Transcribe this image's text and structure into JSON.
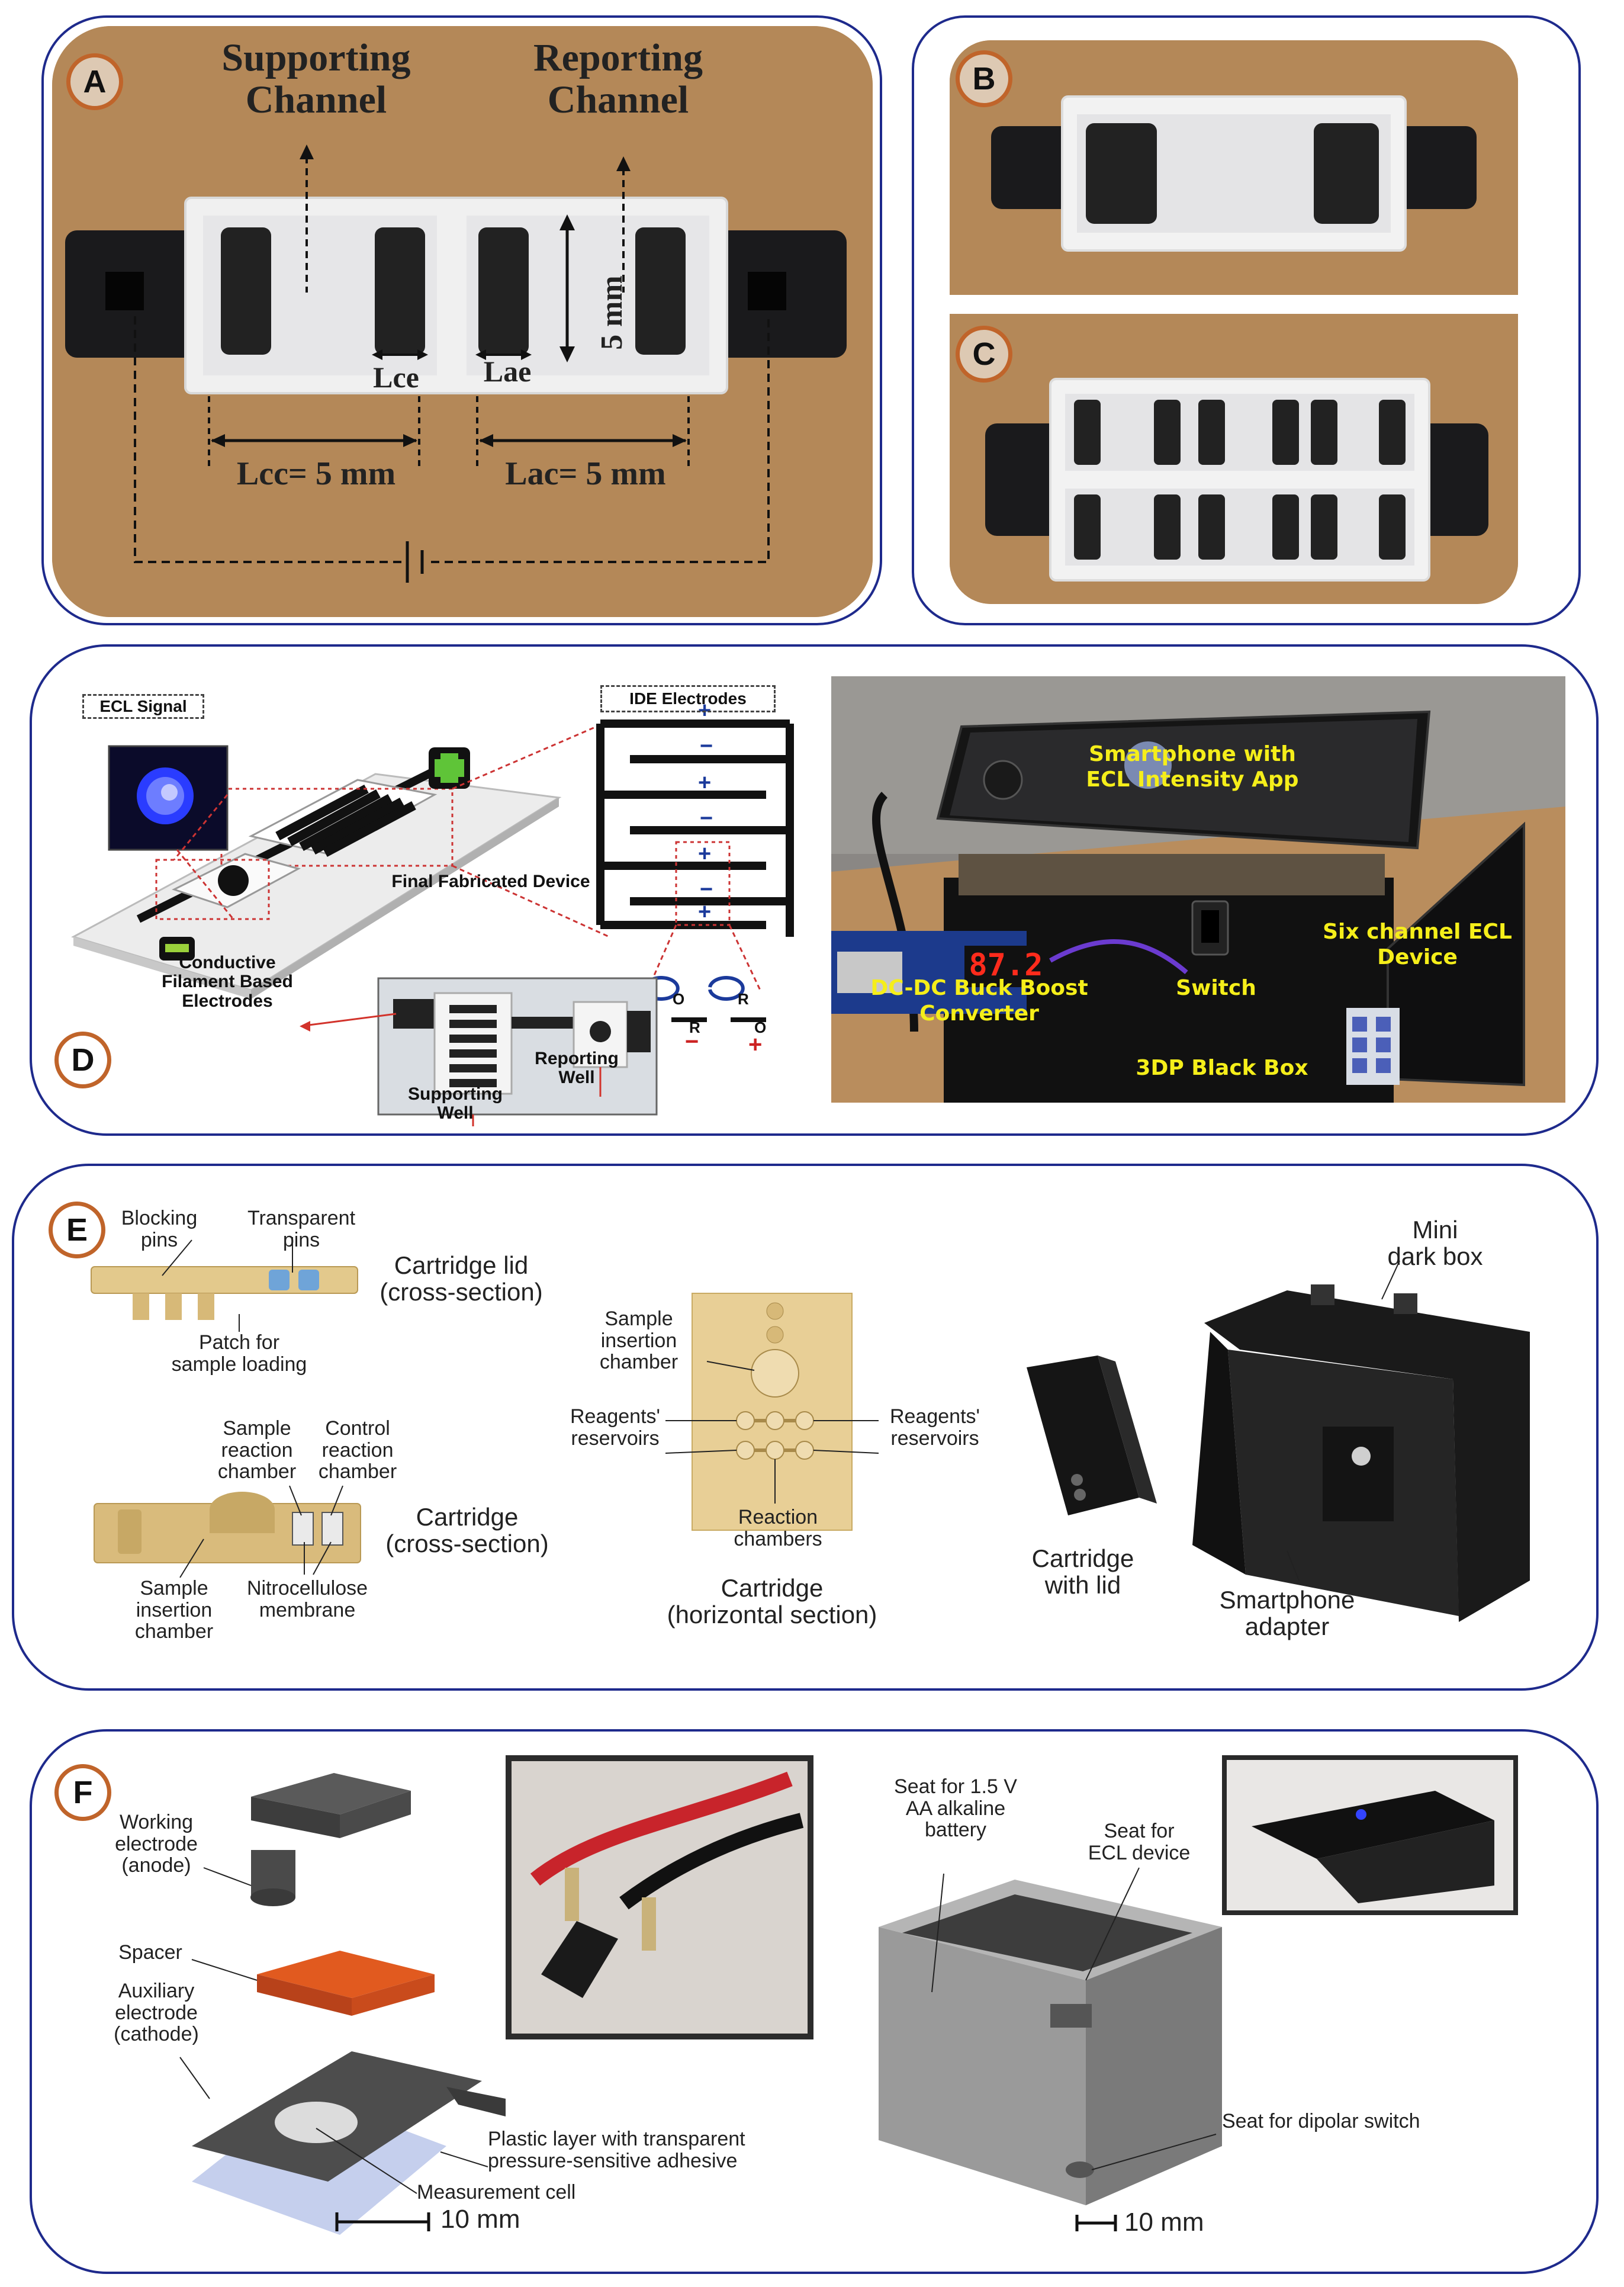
{
  "panels": {
    "a": {
      "badge": "A",
      "supporting_channel": "Supporting\nChannel",
      "reporting_channel": "Reporting\nChannel",
      "height": "5 mm",
      "lce": "Lce",
      "lae": "Lae",
      "lcc": "Lcc= 5 mm",
      "lac": "Lac= 5 mm"
    },
    "b": {
      "badge": "B"
    },
    "c": {
      "badge": "C"
    },
    "d": {
      "badge": "D",
      "ecl_signal": "ECL Signal",
      "ide_electrodes": "IDE Electrodes",
      "final_device": "Final Fabricated Device",
      "conductive": "Conductive\nFilament Based\nElectrodes",
      "supporting_well": "Supporting\nWell",
      "reporting_well": "Reporting\nWell",
      "o_r_left_top": "O",
      "o_r_left_bottom": "R",
      "o_r_right_top": "R",
      "o_r_right_bottom": "O",
      "smartphone": "Smartphone with\nECL Intensity App",
      "display": "87.2",
      "buck": "DC-DC Buck Boost\nConverter",
      "switch": "Switch",
      "six_channel": "Six channel ECL\nDevice",
      "black_box": "3DP Black Box"
    },
    "e": {
      "badge": "E",
      "blocking_pins": "Blocking\npins",
      "transparent_pins": "Transparent\npins",
      "cartridge_lid": "Cartridge lid\n(cross-section)",
      "patch": "Patch for\nsample loading",
      "sample_reaction": "Sample\nreaction\nchamber",
      "control_reaction": "Control\nreaction\nchamber",
      "cartridge_cross": "Cartridge\n(cross-section)",
      "sample_insertion_bottom": "Sample\ninsertion\nchamber",
      "nitro": "Nitrocellulose\nmembrane",
      "sample_insertion": "Sample\ninsertion\nchamber",
      "reagents_left": "Reagents'\nreservoirs",
      "reagents_right": "Reagents'\nreservoirs",
      "reaction_chambers": "Reaction\nchambers",
      "cartridge_horizontal": "Cartridge\n(horizontal section)",
      "cartridge_with_lid": "Cartridge\nwith lid",
      "mini_dark_box": "Mini\ndark box",
      "smartphone_adapter": "Smartphone\nadapter"
    },
    "f": {
      "badge": "F",
      "working": "Working\nelectrode\n(anode)",
      "spacer": "Spacer",
      "auxiliary": "Auxiliary\nelectrode\n(cathode)",
      "plastic": "Plastic layer with transparent\npressure-sensitive adhesive",
      "measurement": "Measurement cell",
      "scale_left": "10 mm",
      "seat_battery": "Seat for 1.5 V\nAA alkaline\nbattery",
      "seat_ecl": "Seat for\nECL device",
      "seat_switch": "Seat for dipolar switch",
      "scale_right": "10 mm"
    }
  },
  "colors": {
    "panel_border": "#1e2a8c",
    "badge_ring": "#c0642a",
    "wood": "#b48858",
    "yellow_label": "#f5ee1a",
    "red_arrow": "#d2332b"
  }
}
